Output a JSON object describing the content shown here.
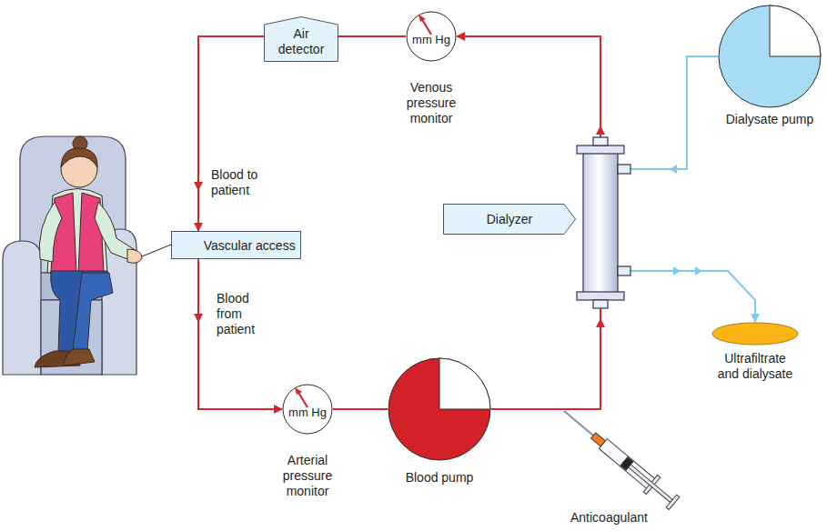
{
  "diagram": {
    "nodes": [
      {
        "text": [
          "Air detector"
        ]
      },
      {
        "text": [
          "mm Hg",
          "Venous pressure monitor"
        ]
      },
      {
        "text": [
          "Dialysate pump"
        ]
      },
      {
        "text": [
          "Dialyzer"
        ]
      },
      {
        "text": [
          "Vascular access"
        ]
      },
      {
        "text": [
          "Ultrafiltrate and dialysate"
        ]
      },
      {
        "text": [
          "mm Hg",
          "Arterial pressure monitor"
        ]
      },
      {
        "text": [
          "Blood pump"
        ]
      }
    ],
    "edges": [
      {
        "from": 0,
        "to": 4,
        "arrow": "to",
        "label": "Blood to patient"
      },
      {
        "from": 4,
        "to": 6,
        "arrow": "to",
        "label": "Blood from patient"
      },
      {
        "from": 6,
        "to": 7,
        "arrow": "none"
      },
      {
        "from": 7,
        "to": 1,
        "arrow": "to"
      },
      {
        "from": 1,
        "to": 0,
        "arrow": "none"
      },
      {
        "from": 2,
        "to": 5,
        "arrow": "to"
      }
    ],
    "labels": [
      "Anticoagulant"
    ]
  }
}
